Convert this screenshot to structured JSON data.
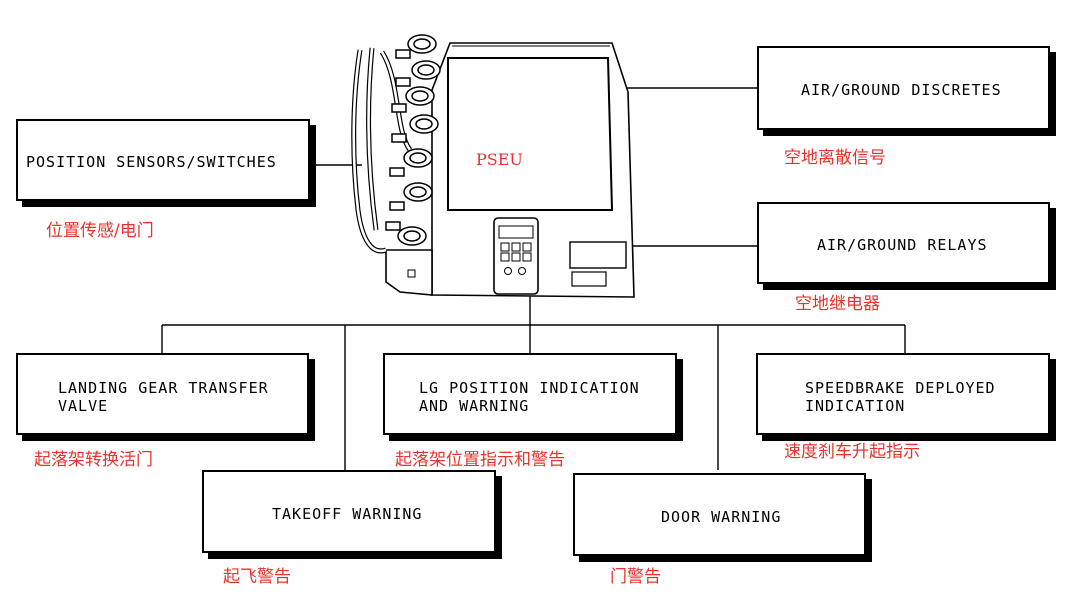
{
  "colors": {
    "annotation": "#e8322d",
    "line": "#000000",
    "background": "#ffffff"
  },
  "pseu": {
    "label": "PSEU"
  },
  "boxes": {
    "position_sensors": {
      "label": "POSITION SENSORS/SWITCHES",
      "cn": "位置传感/电门"
    },
    "air_ground_discretes": {
      "label": "AIR/GROUND DISCRETES",
      "cn": "空地离散信号"
    },
    "air_ground_relays": {
      "label": "AIR/GROUND RELAYS",
      "cn": "空地继电器"
    },
    "landing_gear_transfer_valve": {
      "label": "LANDING GEAR TRANSFER\nVALVE",
      "cn": "起落架转换活门"
    },
    "lg_position_indication": {
      "label": "LG POSITION INDICATION\nAND WARNING",
      "cn": "起落架位置指示和警告"
    },
    "speedbrake_deployed": {
      "label": "SPEEDBRAKE DEPLOYED\nINDICATION",
      "cn": "速度刹车升起指示"
    },
    "takeoff_warning": {
      "label": "TAKEOFF WARNING",
      "cn": "起飞警告"
    },
    "door_warning": {
      "label": "DOOR WARNING",
      "cn": "门警告"
    }
  }
}
